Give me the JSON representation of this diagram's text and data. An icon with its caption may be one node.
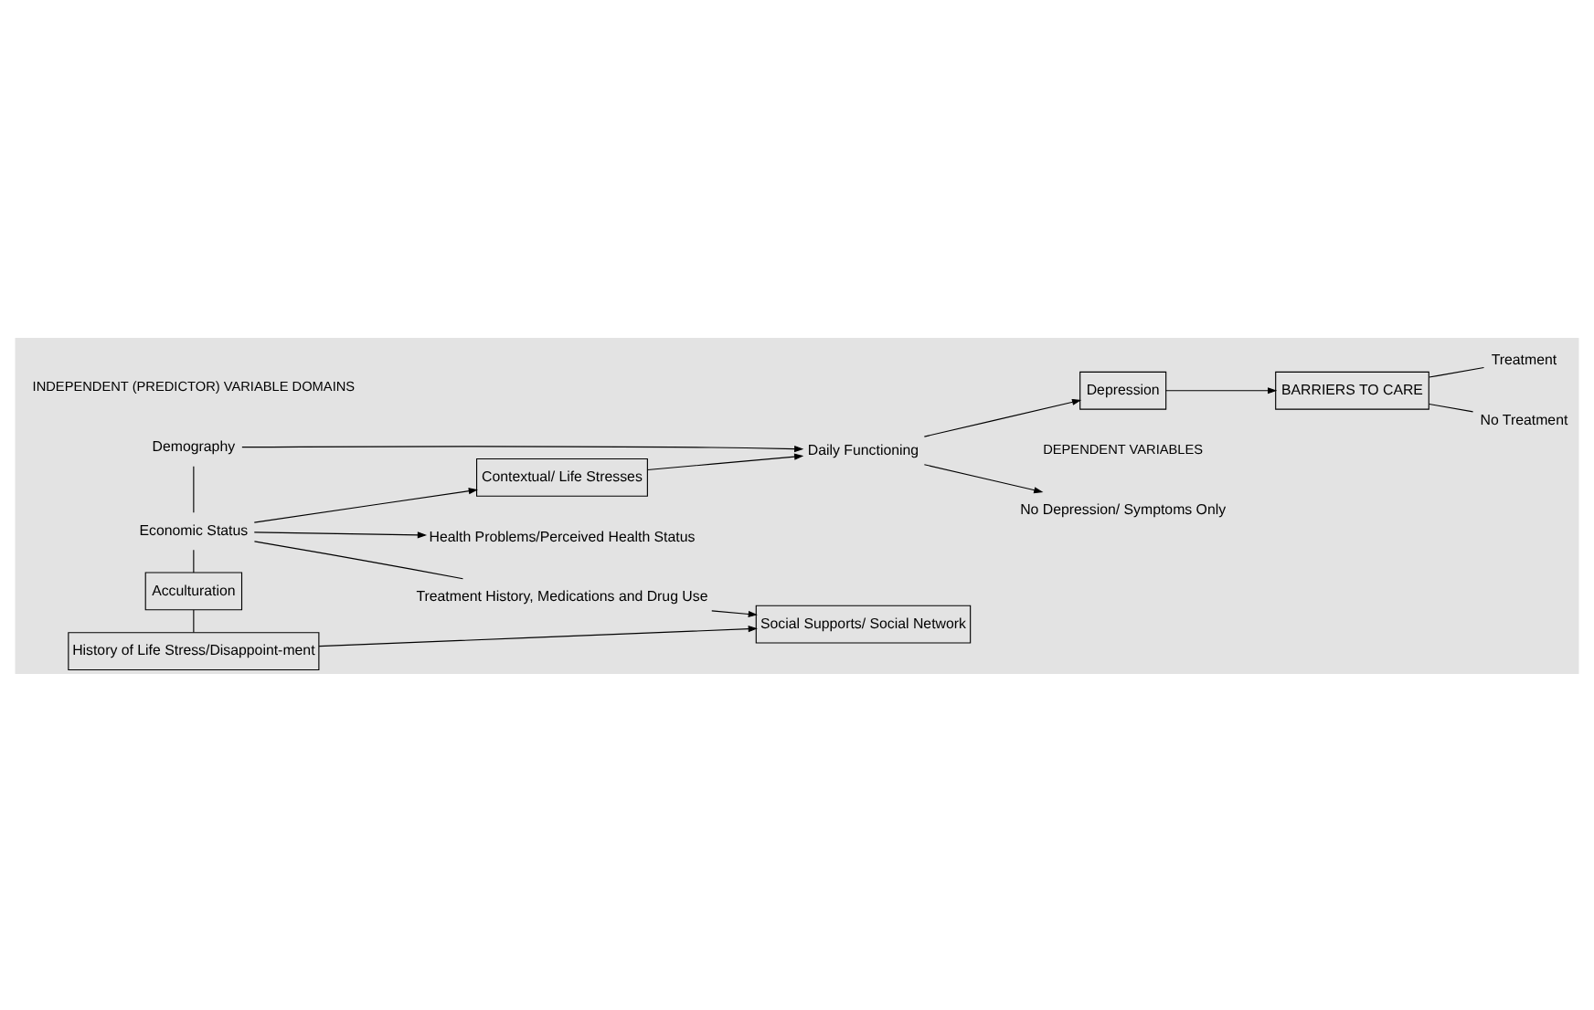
{
  "diagram": {
    "nodes": [
      {
        "text": [
          "Demography"
        ]
      },
      {
        "text": [
          "Economic Status"
        ]
      },
      {
        "text": [
          "Acculturation"
        ]
      },
      {
        "text": [
          "History of Life Stress/Disappoint-ment"
        ]
      },
      {
        "text": [
          "Contextual/ Life Stresses"
        ]
      },
      {
        "text": [
          "Health Problems/Perceived Health Status"
        ]
      },
      {
        "text": [
          "Treatment History, Medications and Drug Use"
        ]
      },
      {
        "text": [
          "Daily Functioning"
        ]
      },
      {
        "text": [
          "Social Supports/ Social Network"
        ]
      },
      {
        "text": [
          "No Depression/ Symptoms Only"
        ]
      },
      {
        "text": [
          "Depression"
        ]
      },
      {
        "text": [
          "BARRIERS TO CARE"
        ]
      },
      {
        "text": [
          "Treatment"
        ]
      },
      {
        "text": [
          "No Treatment"
        ]
      }
    ],
    "edges": [
      {
        "from": 0,
        "to": 1,
        "arrow": "none"
      },
      {
        "from": 1,
        "to": 2,
        "arrow": "none"
      },
      {
        "from": 2,
        "to": 3,
        "arrow": "none"
      },
      {
        "from": 0,
        "to": 7,
        "arrow": "to"
      },
      {
        "from": 1,
        "to": 4,
        "arrow": "to"
      },
      {
        "from": 1,
        "to": 5,
        "arrow": "to"
      },
      {
        "from": 1,
        "to": 6,
        "arrow": "none"
      },
      {
        "from": 4,
        "to": 7,
        "arrow": "to"
      },
      {
        "from": 6,
        "to": 8,
        "arrow": "to"
      },
      {
        "from": 3,
        "to": 8,
        "arrow": "to"
      },
      {
        "from": 7,
        "to": 9,
        "arrow": "to"
      },
      {
        "from": 7,
        "to": 10,
        "arrow": "to"
      },
      {
        "from": 10,
        "to": 11,
        "arrow": "to"
      },
      {
        "from": 11,
        "to": 12,
        "arrow": "none"
      },
      {
        "from": 11,
        "to": 13,
        "arrow": "none"
      }
    ],
    "labels": [
      "INDEPENDENT (PREDICTOR) VARIABLE DOMAINS",
      "DEPENDENT VARIABLES"
    ]
  }
}
